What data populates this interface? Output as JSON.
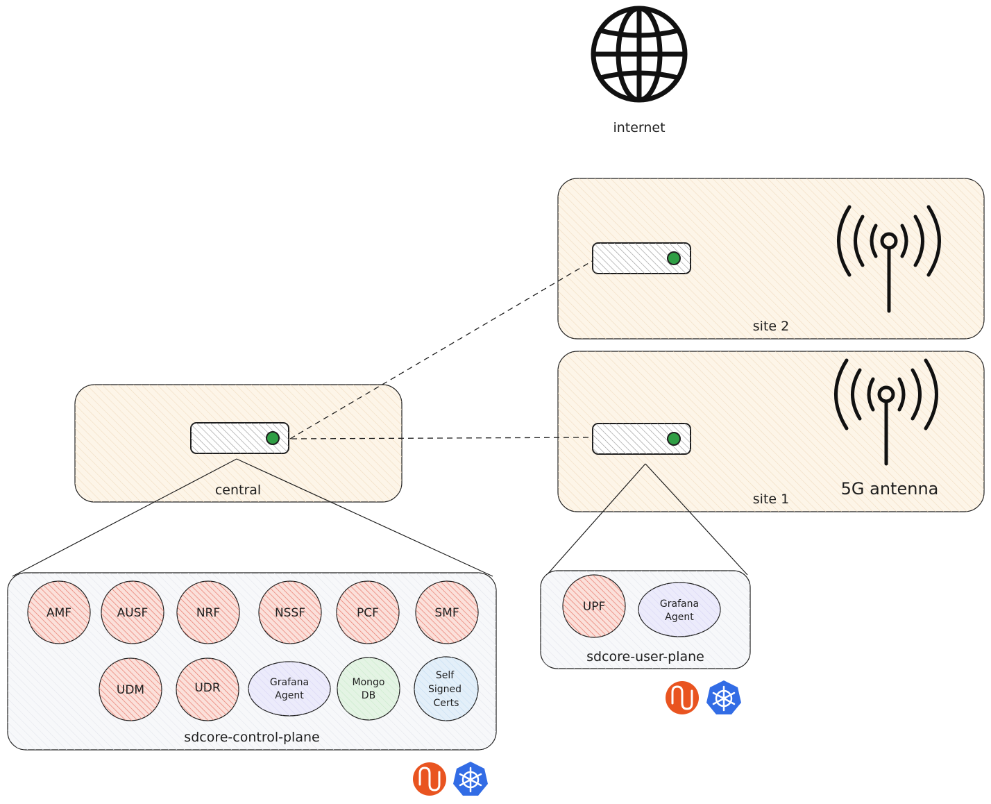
{
  "internet": {
    "label": "internet",
    "icon": "globe-icon"
  },
  "central": {
    "label": "central",
    "icon": "server-icon"
  },
  "site2": {
    "label": "site 2",
    "icon": "server-icon",
    "antenna_icon": "antenna-icon"
  },
  "site1": {
    "label": "site 1",
    "icon": "server-icon",
    "antenna_icon": "antenna-icon",
    "antenna_label": "5G antenna"
  },
  "control_plane": {
    "label": "sdcore-control-plane",
    "row1": [
      "AMF",
      "AUSF",
      "NRF",
      "NSSF",
      "PCF",
      "SMF"
    ],
    "row2": [
      "UDM",
      "UDR"
    ],
    "grafana": [
      "Grafana",
      "Agent"
    ],
    "mongo": [
      "Mongo",
      "DB"
    ],
    "certs": [
      "Self",
      "Signed",
      "Certs"
    ],
    "icons": [
      "juju-icon",
      "kubernetes-icon"
    ]
  },
  "user_plane": {
    "label": "sdcore-user-plane",
    "upf": "UPF",
    "grafana": [
      "Grafana",
      "Agent"
    ],
    "icons": [
      "juju-icon",
      "kubernetes-icon"
    ]
  },
  "colors": {
    "box_fill": "#fdf5e8",
    "plane_fill": "#f6f7f9",
    "red_node": "#f7c0b4",
    "red_hatch": "#e8786a",
    "purple_node": "#ecebfb",
    "green_node": "#e4f4e4",
    "blue_node": "#e3eff9",
    "led_green": "#2f9e44",
    "juju": "#e95420",
    "kubernetes": "#326ce5"
  }
}
